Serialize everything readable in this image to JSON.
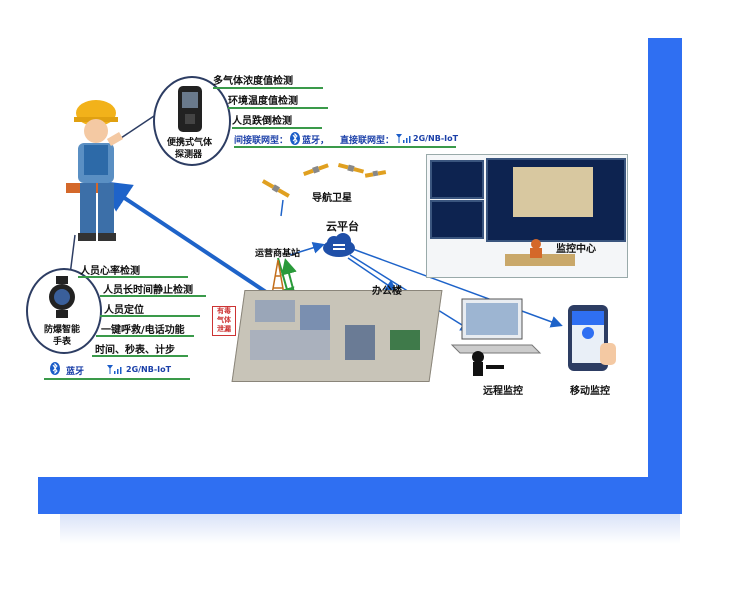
{
  "detector": {
    "name_line1": "便携式气体",
    "name_line2": "探测器",
    "features": [
      "多气体浓度值检测",
      "环境温度值检测",
      "人员跌倒检测"
    ],
    "network_indirect": "间接联网型：",
    "bluetooth": "蓝牙，",
    "network_direct": "直接联网型：",
    "cellular": "2G/NB-IoT"
  },
  "watch": {
    "name_line1": "防爆智能",
    "name_line2": "手表",
    "features": [
      "人员心率检测",
      "人员长时间静止检测",
      "人员定位",
      "一键呼救/电话功能",
      "时间、秒表、计步"
    ],
    "bluetooth": "蓝牙",
    "cellular": "2G/NB-IoT"
  },
  "labels": {
    "satellite": "导航卫星",
    "cloud": "云平台",
    "base_station": "运营商基站",
    "office": "办公楼",
    "monitor_center": "监控中心",
    "remote": "远程监控",
    "mobile": "移动监控",
    "hazard_line1": "有毒",
    "hazard_line2": "气体",
    "hazard_line3": "泄漏"
  },
  "colors": {
    "accent_blue": "#2f6ff2",
    "line_green": "#3a9a4a",
    "arrow_blue": "#1e63c9"
  }
}
